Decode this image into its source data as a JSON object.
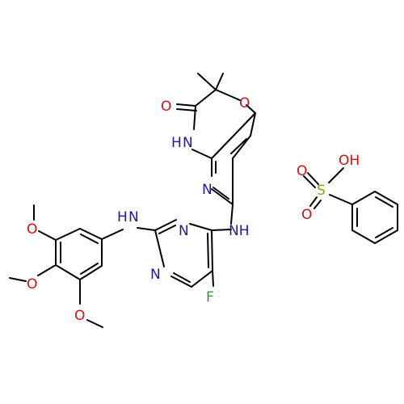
{
  "colors": {
    "background": "#ffffff",
    "bond": "#000000",
    "nitrogen": "#1a1aa6",
    "oxygen": "#cc1111",
    "fluorine": "#2a9a36",
    "sulfur": "#9a9a1a"
  },
  "atoms": {
    "carbonyl_O": "O",
    "ring_O": "O",
    "lactam_NH": "N",
    "lactam_H": "H",
    "pyridine_N": "N",
    "amine_right_NH": "NH",
    "amine_left_N": "N",
    "amine_left_H": "H",
    "pyrimidine_N_top": "N",
    "pyrimidine_N_bottom": "N",
    "fluorine": "F",
    "methoxy_O_top": "O",
    "methoxy_O_middle": "O",
    "methoxy_O_bottom": "O",
    "sulfonyl_O_top": "O",
    "sulfonyl_O_bottom": "O",
    "sulfur": "S",
    "hydroxyl": "OH"
  }
}
